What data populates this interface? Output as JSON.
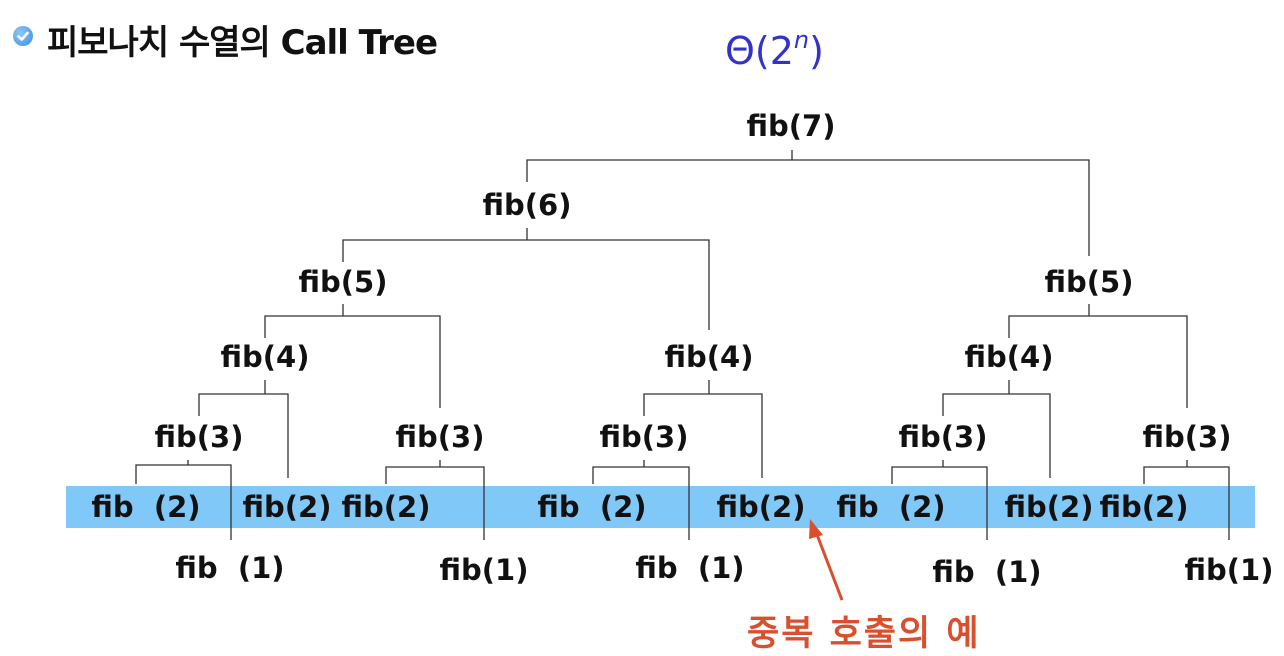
{
  "header": {
    "title": "피보나치 수열의 Call Tree",
    "complexity_base": "Θ(2",
    "complexity_exp": "n",
    "complexity_close": ")"
  },
  "colors": {
    "band": "#80c8f8",
    "callout": "#d9502e",
    "complexity": "#3333cc"
  },
  "tree": {
    "nodes": [
      {
        "id": "n7",
        "label": "fib(7)"
      },
      {
        "id": "n6",
        "label": "fib(6)"
      },
      {
        "id": "n5a",
        "label": "fib(5)"
      },
      {
        "id": "n5b",
        "label": "fib(5)"
      },
      {
        "id": "n4a",
        "label": "fib(4)"
      },
      {
        "id": "n4b",
        "label": "fib(4)"
      },
      {
        "id": "n4c",
        "label": "fib(4)"
      },
      {
        "id": "n3a",
        "label": "fib(3)"
      },
      {
        "id": "n3b",
        "label": "fib(3)"
      },
      {
        "id": "n3c",
        "label": "fib(3)"
      },
      {
        "id": "n3d",
        "label": "fib(3)"
      },
      {
        "id": "n3e",
        "label": "fib(3)"
      },
      {
        "id": "n2a",
        "label": "fib  (2)"
      },
      {
        "id": "n2b",
        "label": "fib(2)"
      },
      {
        "id": "n2c",
        "label": "fib(2)"
      },
      {
        "id": "n2d",
        "label": "fib  (2)"
      },
      {
        "id": "n2e",
        "label": "fib(2)"
      },
      {
        "id": "n2f",
        "label": "fib  (2)"
      },
      {
        "id": "n2g",
        "label": "fib(2)"
      },
      {
        "id": "n2h",
        "label": "fib(2)"
      },
      {
        "id": "n1a",
        "label": "fib  (1)"
      },
      {
        "id": "n1b",
        "label": "fib(1)"
      },
      {
        "id": "n1c",
        "label": "fib  (1)"
      },
      {
        "id": "n1d",
        "label": "fib  (1)"
      },
      {
        "id": "n1e",
        "label": "fib(1)"
      }
    ]
  },
  "callout": {
    "label": "중복  호출의  예"
  }
}
